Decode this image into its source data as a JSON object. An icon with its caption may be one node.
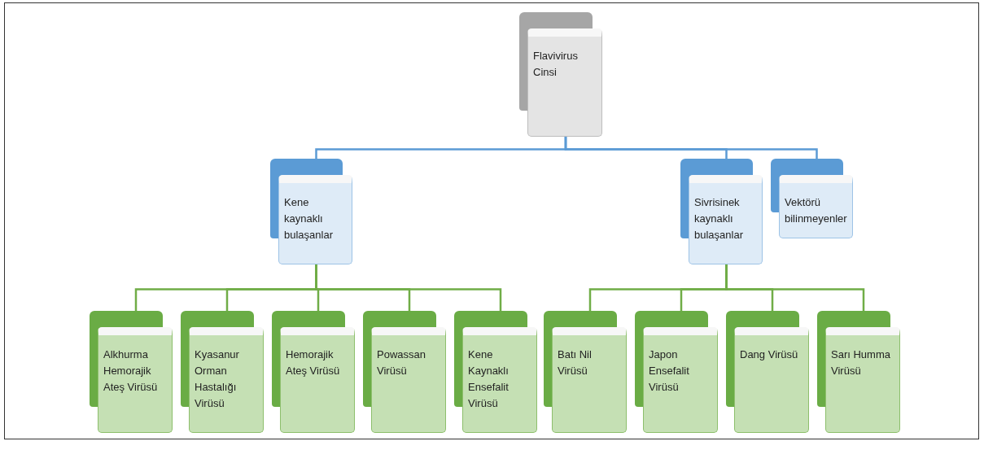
{
  "diagram": {
    "nodes": [
      {
        "text": [
          "Flavivirus Cinsi"
        ]
      },
      {
        "text": [
          "Kene kaynaklı bulaşanlar"
        ]
      },
      {
        "text": [
          "Sivrisinek kaynaklı bulaşanlar"
        ]
      },
      {
        "text": [
          "Vektörü bilinmeyenler"
        ]
      },
      {
        "text": [
          "Alkhurma Hemorajik Ateş Virüsü"
        ]
      },
      {
        "text": [
          "Kyasanur Orman Hastalığı Virüsü"
        ]
      },
      {
        "text": [
          "Hemorajik Ateş Virüsü"
        ]
      },
      {
        "text": [
          "Powassan Virüsü"
        ]
      },
      {
        "text": [
          "Kene Kaynaklı Ensefalit Virüsü"
        ]
      },
      {
        "text": [
          "Batı Nil Virüsü"
        ]
      },
      {
        "text": [
          "Japon Ensefalit Virüsü"
        ]
      },
      {
        "text": [
          "Dang Virüsü"
        ]
      },
      {
        "text": [
          "Sarı Humma Virüsü"
        ]
      }
    ],
    "edges": [
      {
        "from": 0,
        "to": 1,
        "arrow": "none",
        "color": "#5b9bd5"
      },
      {
        "from": 0,
        "to": 2,
        "arrow": "none",
        "color": "#5b9bd5"
      },
      {
        "from": 0,
        "to": 3,
        "arrow": "none",
        "color": "#5b9bd5"
      },
      {
        "from": 1,
        "to": 4,
        "arrow": "none"
      },
      {
        "from": 1,
        "to": 5,
        "arrow": "none"
      },
      {
        "from": 1,
        "to": 6,
        "arrow": "none"
      },
      {
        "from": 1,
        "to": 7,
        "arrow": "none"
      },
      {
        "from": 1,
        "to": 8,
        "arrow": "none"
      },
      {
        "from": 2,
        "to": 9,
        "arrow": "none"
      },
      {
        "from": 2,
        "to": 10,
        "arrow": "none"
      },
      {
        "from": 2,
        "to": 11,
        "arrow": "none"
      },
      {
        "from": 2,
        "to": 12,
        "arrow": "none"
      }
    ]
  }
}
